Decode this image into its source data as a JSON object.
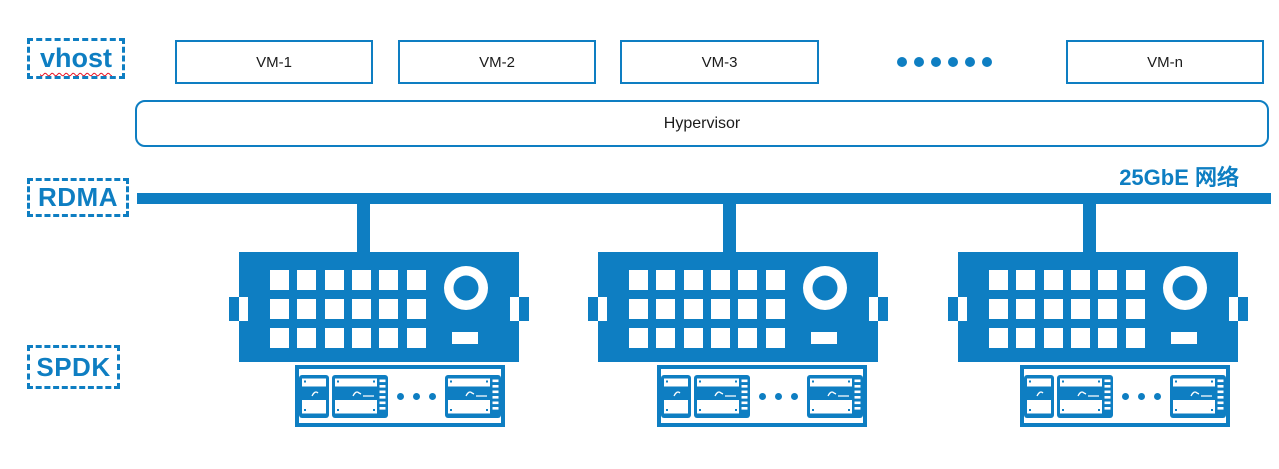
{
  "colors": {
    "primary_blue": "#0e7ec2",
    "text_dark": "#1b1b1b",
    "spellcheck_underline_red": "#e81123",
    "background": "#ffffff"
  },
  "side_labels": {
    "vhost": "vhost",
    "rdma": "RDMA",
    "spdk": "SPDK"
  },
  "vm_row": {
    "vms": [
      {
        "label": "VM-1"
      },
      {
        "label": "VM-2"
      },
      {
        "label": "VM-3"
      },
      {
        "label": "VM-n"
      }
    ],
    "ellipsis_dot_count": 6
  },
  "hypervisor": {
    "label": "Hypervisor"
  },
  "network": {
    "label": "25GbE 网络",
    "bus_style": "thick-horizontal-line",
    "drops": 3
  },
  "storage": {
    "server_count": 3,
    "icons": {
      "server": "server-icon",
      "ssd_drive": "ssd-drive-icon"
    },
    "shelf": {
      "drives_left_group": 2,
      "ellipsis_dot_count": 3,
      "drives_right_group": 1
    }
  }
}
